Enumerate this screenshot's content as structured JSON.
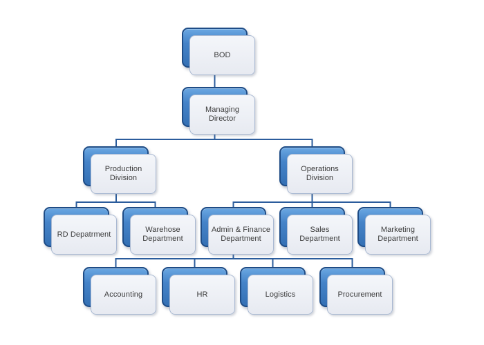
{
  "colors": {
    "background": "#ffffff",
    "connector": "#2b5c9c",
    "card_back_top": "#6aa7e2",
    "card_back_bottom": "#3470b4",
    "card_back_border": "#1e4c86",
    "card_front_top": "#f4f6fa",
    "card_front_bottom": "#e7eaf1",
    "card_front_border": "#a9b9d2",
    "text": "#3a3a3a"
  },
  "nodes": {
    "bod": {
      "label": "BOD"
    },
    "managing_director": {
      "label": "Managing Director"
    },
    "production_division": {
      "label": "Production Division"
    },
    "operations_division": {
      "label": "Operations Division"
    },
    "rd_department": {
      "label": "RD Depatrment"
    },
    "warehose_department": {
      "label": "Warehose Department"
    },
    "admin_finance_department": {
      "label": "Admin & Finance Department"
    },
    "sales_department": {
      "label": "Sales Department"
    },
    "marketing_department": {
      "label": "Marketing Department"
    },
    "accounting": {
      "label": "Accounting"
    },
    "hr": {
      "label": "HR"
    },
    "logistics": {
      "label": "Logistics"
    },
    "procurement": {
      "label": "Procurement"
    }
  },
  "edges": [
    [
      "bod",
      "managing_director"
    ],
    [
      "managing_director",
      "production_division"
    ],
    [
      "managing_director",
      "operations_division"
    ],
    [
      "production_division",
      "rd_department"
    ],
    [
      "production_division",
      "warehose_department"
    ],
    [
      "operations_division",
      "admin_finance_department"
    ],
    [
      "operations_division",
      "sales_department"
    ],
    [
      "operations_division",
      "marketing_department"
    ],
    [
      "admin_finance_department",
      "accounting"
    ],
    [
      "admin_finance_department",
      "hr"
    ],
    [
      "admin_finance_department",
      "logistics"
    ],
    [
      "admin_finance_department",
      "procurement"
    ]
  ]
}
